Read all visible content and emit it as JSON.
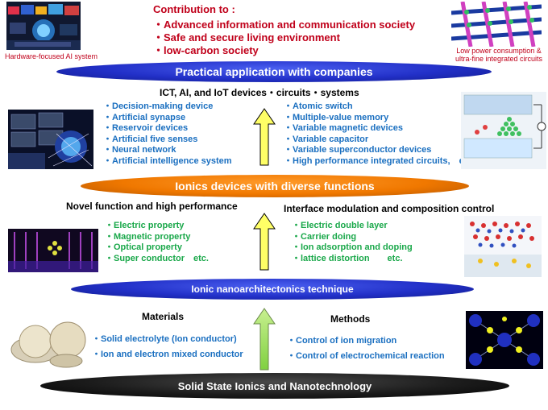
{
  "contribution": {
    "title": "Contribution to :",
    "items": [
      "・Advanced information and communication society",
      "・Safe and secure living environment",
      "・low-carbon society"
    ]
  },
  "captions": {
    "top_left": "Hardware-focused AI system",
    "top_right": "Low power consumption &\nultra-fine integrated circuits"
  },
  "banners": {
    "practical": "Practical application with companies",
    "ionics": "Ionics devices with diverse functions",
    "nanoarch": "Ionic nanoarchitectonics technique",
    "solid": "Solid State Ionics and Nanotechnology"
  },
  "headings": {
    "ict": "ICT, AI, and IoT devices・circuits・systems",
    "novel": "Novel function and high performance",
    "interface": "Interface modulation and composition control",
    "materials": "Materials",
    "methods": "Methods"
  },
  "lists": {
    "devices_left": [
      "・Decision-making device",
      "・Artificial synapse",
      "・Reservoir devices",
      "・Artificial five senses",
      "・Neural network",
      "・Artificial intelligence system"
    ],
    "devices_right": [
      "・Atomic switch",
      "・Multiple-value memory",
      "・Variable magnetic devices",
      "・Variable capacitor",
      "・Variable superconductor devices",
      "・High performance integrated circuits,　etc."
    ],
    "properties": [
      "・Electric property",
      "・Magnetic property",
      "・Optical property",
      "・Super conductor　etc."
    ],
    "interface_items": [
      "・Electric double layer",
      "・Carrier doing",
      "・Ion adsorption and doping",
      "・lattice distortion　　etc."
    ],
    "materials_items": [
      "・Solid electrolyte (Ion conductor)",
      "・Ion and electron mixed conductor"
    ],
    "methods_items": [
      "・Control of ion migration",
      "・Control of electrochemical reaction"
    ]
  },
  "colors": {
    "red_text": "#c0001a",
    "blue_text": "#1a6fc0",
    "green_text": "#1aa84a",
    "banner_blue": "#2230c8",
    "banner_orange": "#f07800",
    "banner_black": "#1c1c1c",
    "arrow_yellow": "#ffff66"
  }
}
